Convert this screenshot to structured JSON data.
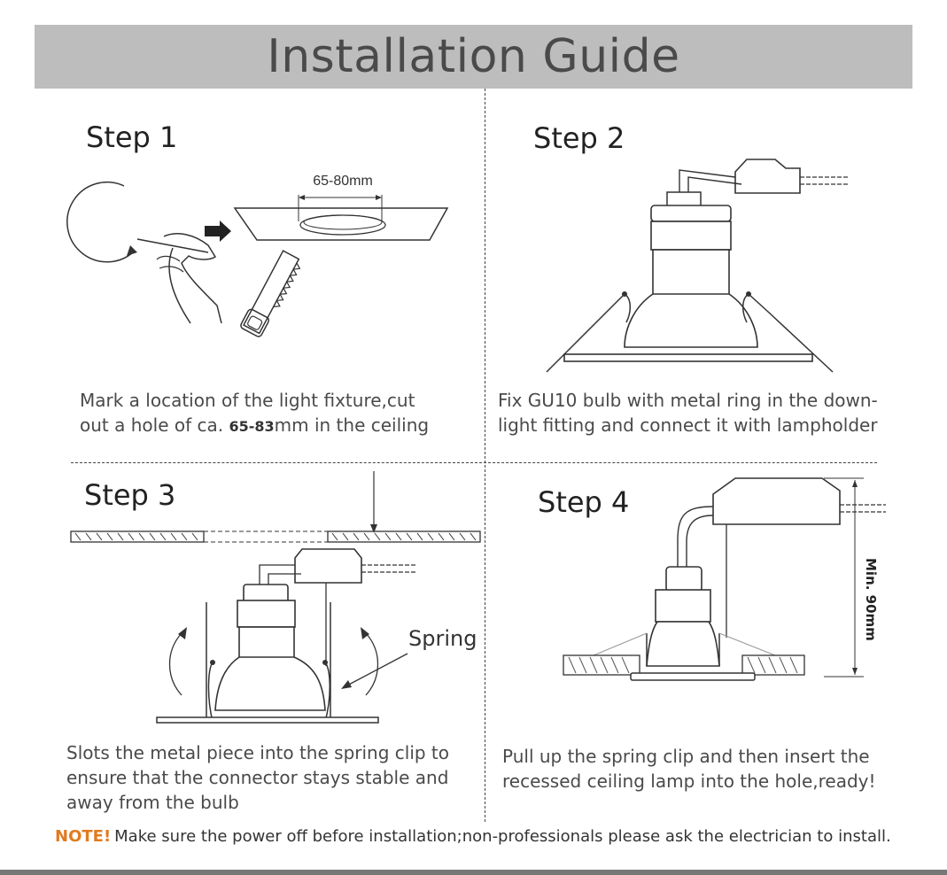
{
  "header": {
    "title": "Installation Guide"
  },
  "steps": [
    {
      "title": "Step 1",
      "illustration": {
        "dimension_label": "65-80mm"
      },
      "description": {
        "line1": "Mark a location of the light fixture,cut",
        "line2_prefix": "out a hole of ca. ",
        "line2_bold": "65-83",
        "line2_suffix": "mm in the ceiling"
      }
    },
    {
      "title": "Step 2",
      "description": {
        "line1": "Fix GU10 bulb with metal ring in the down-",
        "line2": "light fitting and connect it with lampholder"
      }
    },
    {
      "title": "Step 3",
      "illustration": {
        "spring_label": "Spring"
      },
      "description": {
        "line1": "Slots the metal piece  into the spring clip to",
        "line2": "ensure that the connector stays stable and",
        "line3": "away from the bulb"
      }
    },
    {
      "title": "Step 4",
      "illustration": {
        "height_label": "Min. 90mm"
      },
      "description": {
        "line1": "Pull up the spring clip and then insert the",
        "line2": "recessed ceiling lamp into the hole,ready!"
      }
    }
  ],
  "note": {
    "label": "NOTE!",
    "text": "Make sure the power off before installation;non-professionals please ask the electrician to install."
  }
}
